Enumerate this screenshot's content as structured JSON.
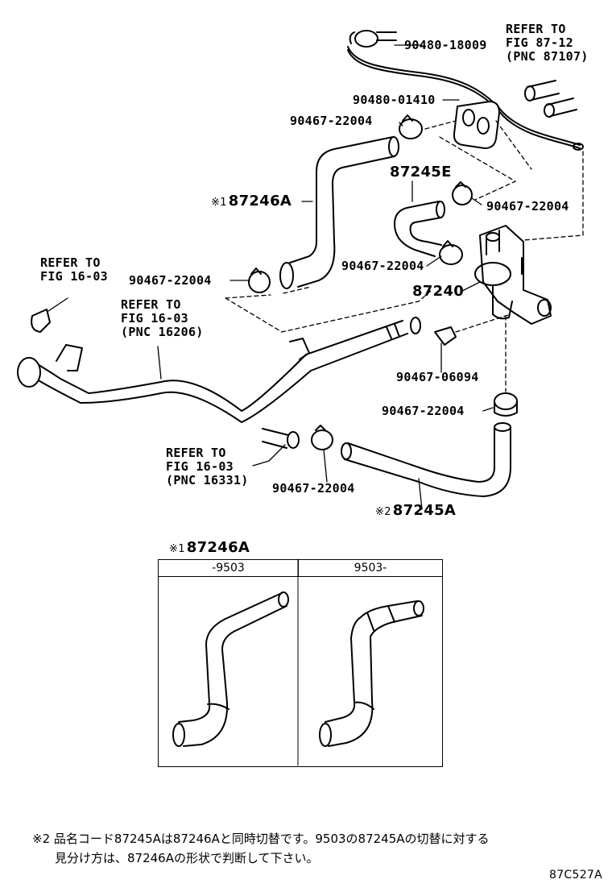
{
  "labels": {
    "refer_87_12": [
      "REFER TO",
      "FIG 87-12",
      "(PNC 87107)"
    ],
    "p_90480_18009": "90480-18009",
    "p_90480_01410": "90480-01410",
    "p_90467_22004_a": "90467-22004",
    "p_87245E": "87245E",
    "p_87246A_mark": "※1",
    "p_87246A": "87246A",
    "p_90467_22004_b": "90467-22004",
    "refer_16_03_a": [
      "REFER TO",
      "FIG 16-03"
    ],
    "p_90467_22004_c": "90467-22004",
    "p_90467_22004_d": "90467-22004",
    "p_87240": "87240",
    "refer_16_03_b": [
      "REFER TO",
      "FIG 16-03",
      "(PNC 16206)"
    ],
    "p_90467_06094": "90467-06094",
    "p_90467_22004_e": "90467-22004",
    "refer_16_03_c": [
      "REFER TO",
      "FIG 16-03",
      "(PNC 16331)"
    ],
    "p_90467_22004_f": "90467-22004",
    "p_87245A_mark": "※2",
    "p_87245A": "87245A"
  },
  "inset": {
    "title_mark": "※1",
    "title": "87246A",
    "col1": "-9503",
    "col2": "9503-"
  },
  "footnote": {
    "mark": "※2",
    "line1": "品名コード87245Aは87246Aと同時切替です。9503の87245Aの切替に対する",
    "line2": "見分け方は、87246Aの形状で判断して下さい。"
  },
  "figure_code": "87C527A"
}
